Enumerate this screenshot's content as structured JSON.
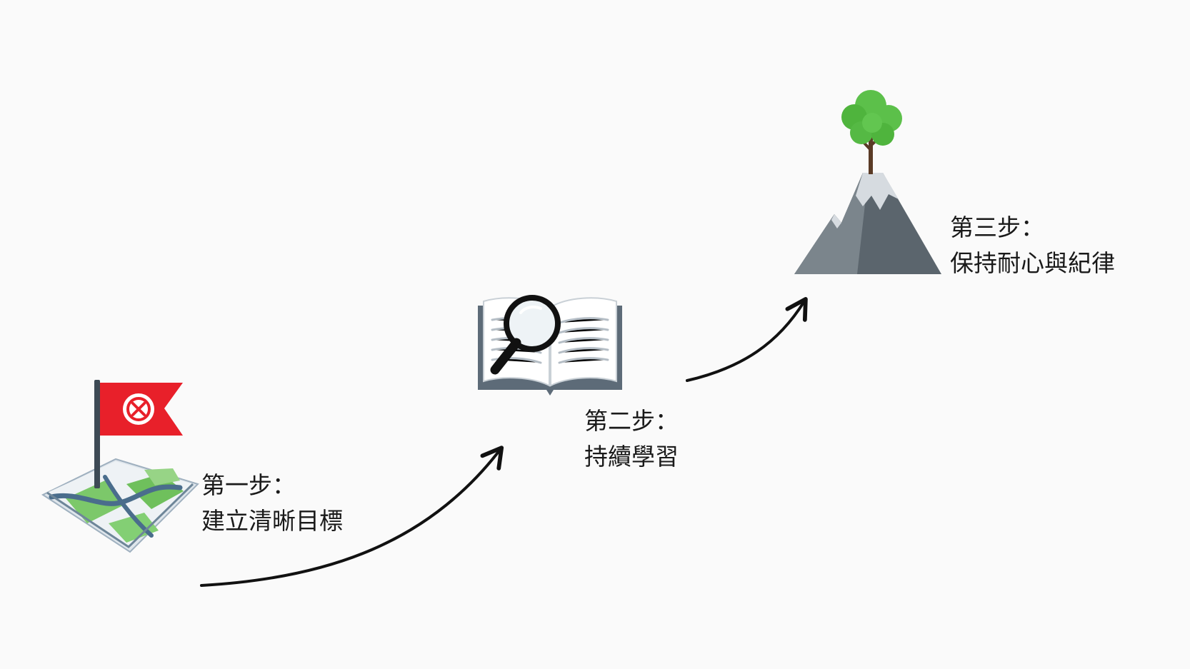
{
  "diagram": {
    "steps": [
      {
        "title": "第一步：",
        "desc": "建立清晰目標",
        "icon": "flag-on-map-icon"
      },
      {
        "title": "第二步：",
        "desc": "持續學習",
        "icon": "book-magnifier-icon"
      },
      {
        "title": "第三步：",
        "desc": "保持耐心與紀律",
        "icon": "mountain-tree-icon"
      }
    ],
    "colors": {
      "flag_red": "#e8202a",
      "map_green": "#5cb85c",
      "map_road": "#4a6d8c",
      "tree_green": "#5cc04a",
      "mountain_gray": "#6b7378",
      "arrow": "#111111"
    }
  }
}
